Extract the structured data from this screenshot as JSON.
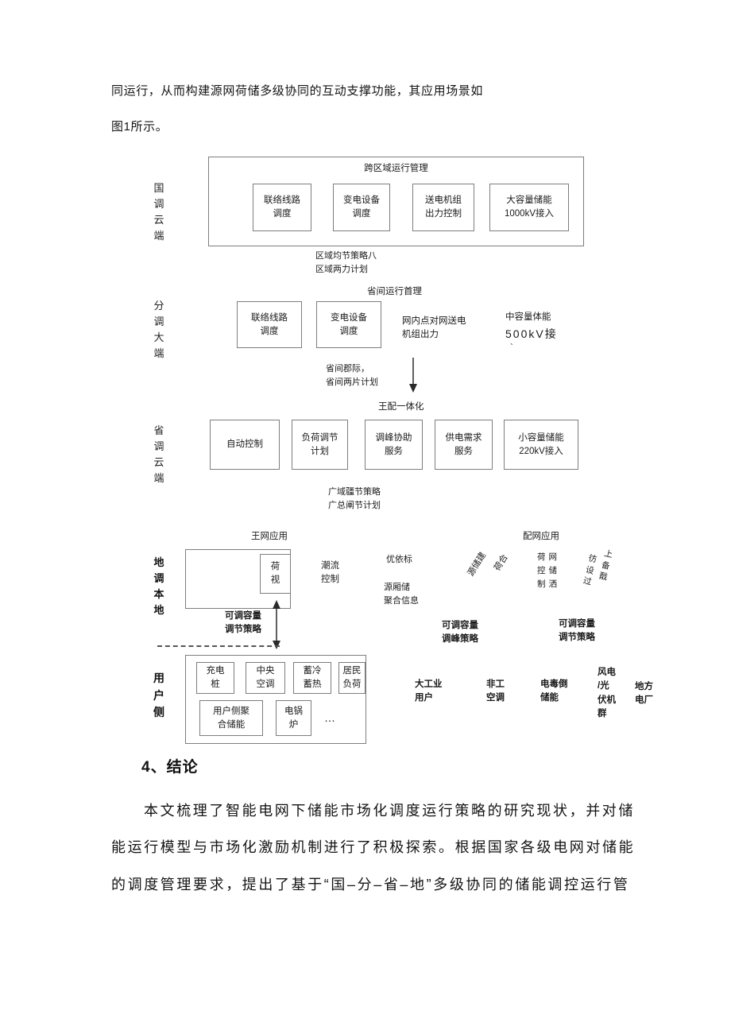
{
  "intro": {
    "line1": "同运行，从而构建源网荷储多级协同的互动支撑功能，其应用场景如",
    "line2": "图1所示。"
  },
  "diagram": {
    "levels": {
      "national_label": "国\n调\n云\n端",
      "division_label": "分\n调\n大\n端",
      "province_label": "省\n调\n云\n端",
      "local_label": "地\n调\n本\n地",
      "user_label": "用\n户\n侧"
    },
    "national": {
      "title": "跨区域运行管理",
      "box1": "联络线路\n调度",
      "box2": "变电设备\n调度",
      "box3": "送电机组\n出力控制",
      "box4": "大容量储能\n1000kV接入",
      "note": "区域均节策略八\n区域两力计划"
    },
    "division": {
      "title": "省间运行首理",
      "box1": "联络线路\n调度",
      "box2": "变电设备\n调度",
      "text1": "网内点对网送电\n机组出力",
      "text2_line1": "中容量体能",
      "text2_line2": "500kV接",
      "text2_line3": "`",
      "arrow_note": "省间郡际，\n省间两片计划",
      "below": "王配一体化"
    },
    "province": {
      "box1": "自动控制",
      "box2": "负荷调节\n计划",
      "box3": "调峰协助\n服务",
      "box4": "供电需求\n服务",
      "box5": "小容量储能\n220kV接入",
      "note": "广域疆节策略\n广总阐节计划"
    },
    "local": {
      "main_app": "王网应用",
      "dist_app": "配网应用",
      "box_load": "荷\n视",
      "text_flow": "潮流\n控制",
      "text_opt": "优依标",
      "text_agg": "源厢储\n聚合信息",
      "text_source": "源储建",
      "text_loadmix": "荷合",
      "text_gridctl": "荷网\n控储\n制洒",
      "text_backup_left": "彷\n设\n过",
      "text_backup_right": "上\n备\n戬",
      "cap_left": "可调容量\n调节策略",
      "cap_mid": "可调容量\n调峰策略",
      "cap_right": "可调容量\n调节策略"
    },
    "user": {
      "box1": "充电\n桩",
      "box2": "中央\n空调",
      "box3": "蓄冷\n蓄热",
      "box4": "居民\n负荷",
      "box5": "用户侧聚\n合储能",
      "box6": "电锅\n炉",
      "ellipsis": "…",
      "label1": "大工业\n用户",
      "label2": "非工\n空调",
      "label3": "电毒倒\n储能",
      "label4": "风电\n/光\n伏机\n群",
      "label5": "地方\n电厂"
    }
  },
  "conclusion": {
    "heading": "4、结论",
    "line1": "本文梳理了智能电网下储能市场化调度运行策略的研究现状，并对储",
    "line2": "能运行模型与市场化激励机制进行了积极探索。根据国家各级电网对储能",
    "line3": "的调度管理要求，提出了基于“国–分–省–地”多级协同的储能调控运行管"
  }
}
